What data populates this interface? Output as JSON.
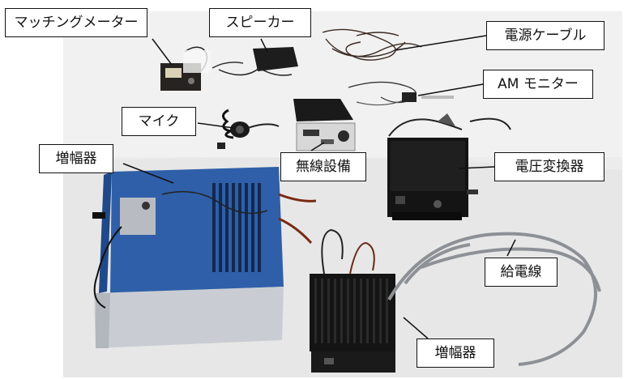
{
  "labels": {
    "matching_meter": "マッチングメーター",
    "speaker": "スピーカー",
    "power_cable": "電源ケーブル",
    "am_monitor": "AM モニター",
    "microphone": "マイク",
    "radio_equipment": "無線設備",
    "amplifier_large": "増幅器",
    "voltage_converter": "電圧変換器",
    "feed_line": "給電線",
    "amplifier_small": "増幅器"
  },
  "colors": {
    "label_border": "#111111",
    "label_fill": "#ffffff",
    "amplifier_blue": "#2f5fa8",
    "device_black": "#1c1c1c",
    "background": "#eeeeee"
  }
}
